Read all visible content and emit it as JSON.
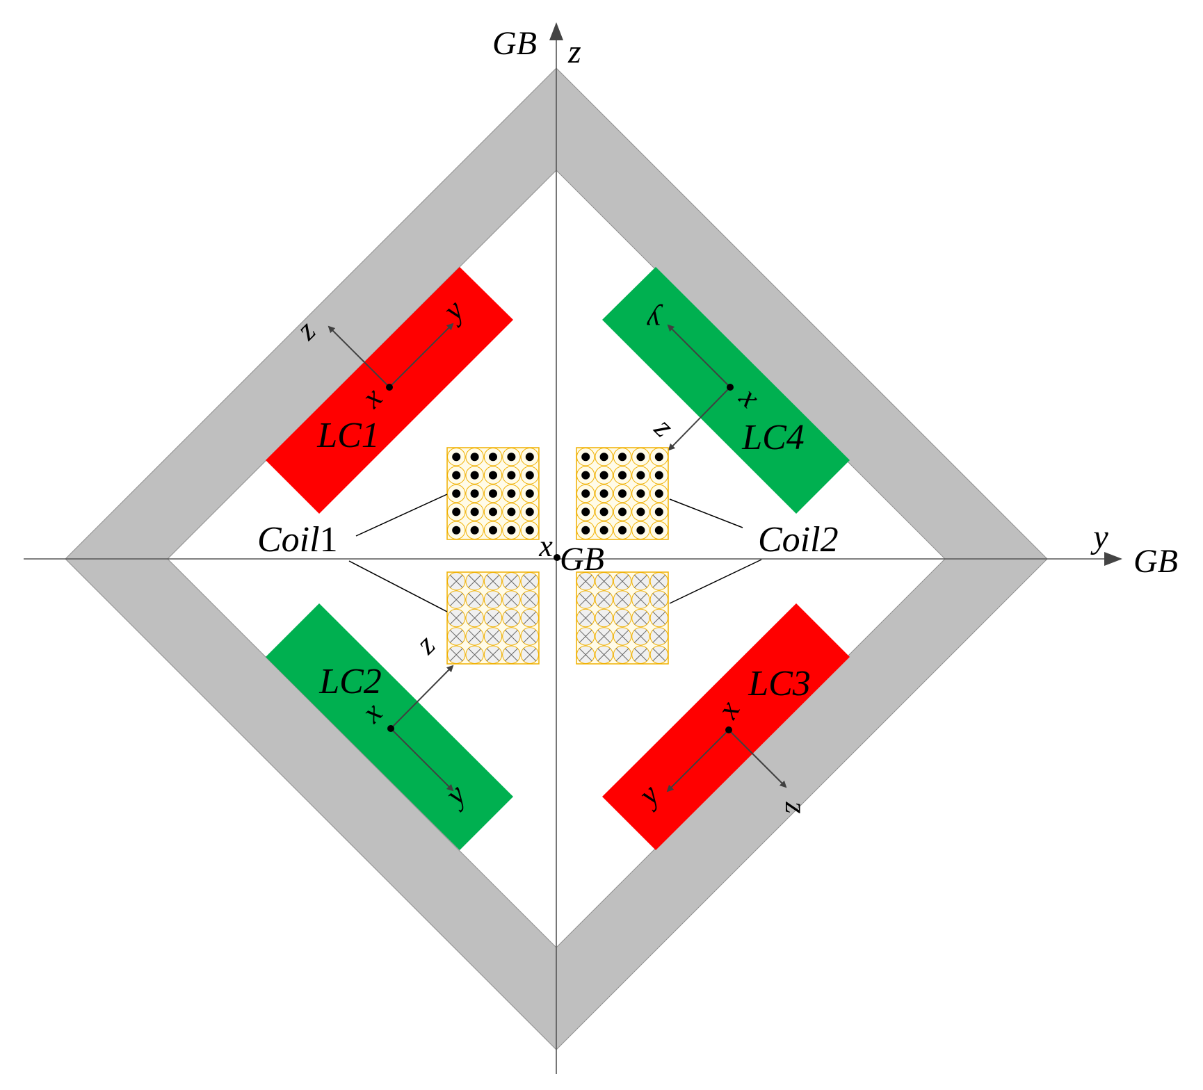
{
  "colors": {
    "frame": "#bfbfbf",
    "lc_red": "#ff0000",
    "lc_green": "#00b050",
    "coil_border": "#f0b000",
    "coil_fill": "#fffbe8",
    "axis": "#444444",
    "arrow": "#404040"
  },
  "global_axes": {
    "z_label": "z",
    "z_name": "GB",
    "y_label": "y",
    "y_name": "GB",
    "x_label": "x",
    "origin_name": "GB"
  },
  "coils": {
    "coil1_prefix": "Coil",
    "coil1_suffix": "1",
    "coil2_label": "Coil2",
    "top_pattern": "dot",
    "bottom_pattern": "cross",
    "grid_count": 5
  },
  "magnets": {
    "lc1": {
      "label": "LC1",
      "color": "red",
      "axis_x": "x",
      "axis_y": "y",
      "axis_z": "z"
    },
    "lc2": {
      "label": "LC2",
      "color": "green",
      "axis_x": "x",
      "axis_y": "y",
      "axis_z": "z"
    },
    "lc3": {
      "label": "LC3",
      "color": "red",
      "axis_x": "x",
      "axis_y": "y",
      "axis_z": "z"
    },
    "lc4": {
      "label": "LC4",
      "color": "green",
      "axis_x": "x",
      "axis_y": "y",
      "axis_z": "z"
    }
  }
}
